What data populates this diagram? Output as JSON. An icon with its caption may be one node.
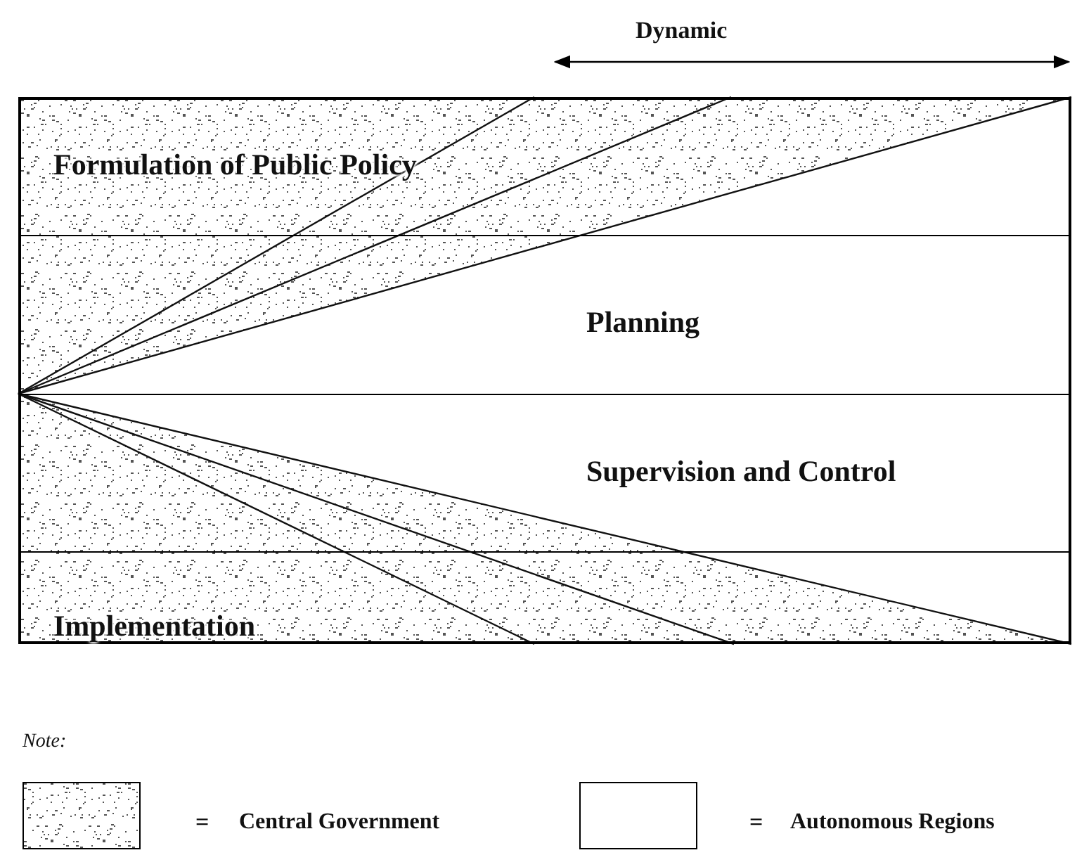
{
  "diagram": {
    "nodes": [
      {
        "text": [
          "Formulation of Public Policy"
        ]
      },
      {
        "text": [
          "Planning"
        ]
      },
      {
        "text": [
          "Supervision and Control"
        ]
      },
      {
        "text": [
          "Implementation"
        ]
      }
    ],
    "labels": [
      "Dynamic",
      "Note:",
      "=",
      "="
    ],
    "legend": [
      {
        "text": "Central Government"
      },
      {
        "text": "Autonomous Regions",
        "color": "#ffffff"
      }
    ]
  }
}
